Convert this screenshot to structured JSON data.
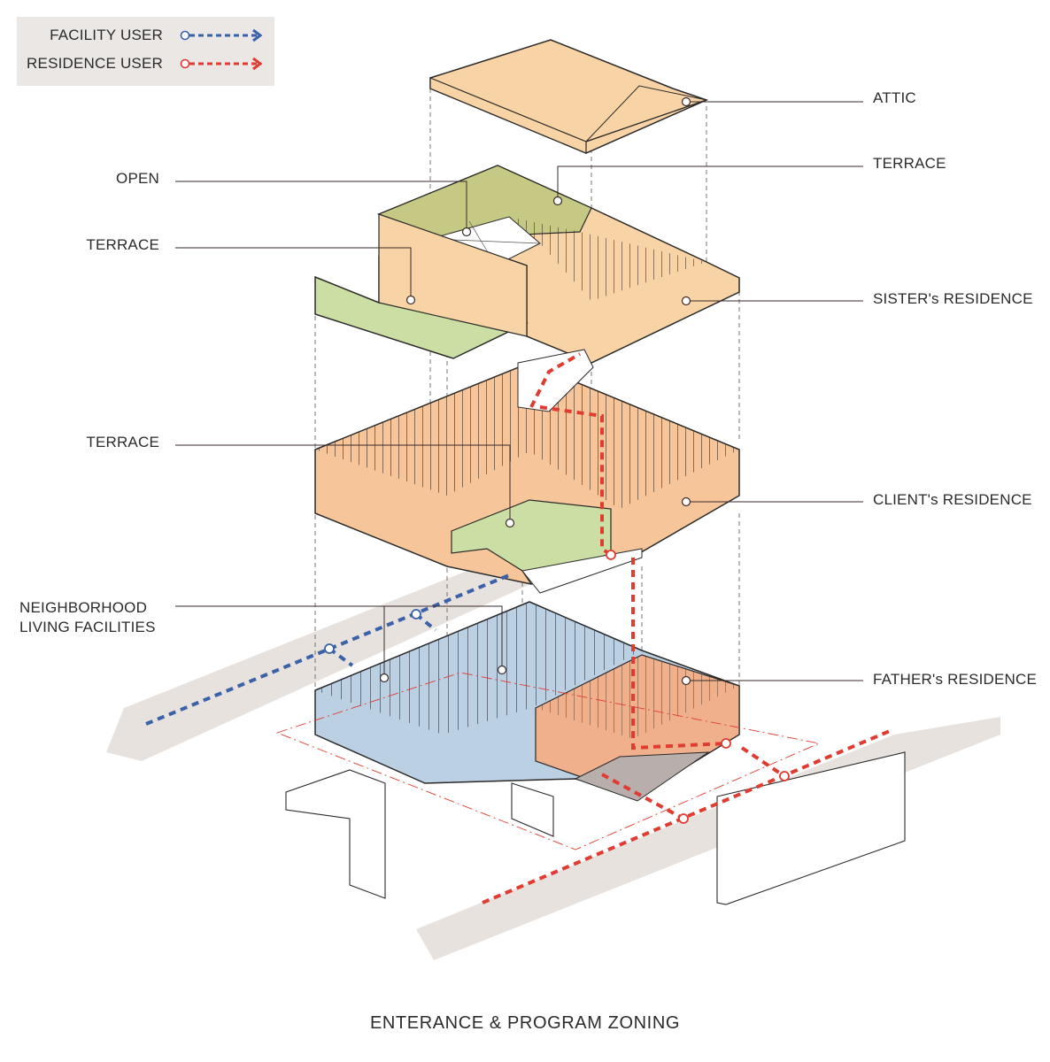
{
  "legend": {
    "items": [
      {
        "label": "FACILITY USER",
        "color": "#3a62a8",
        "line_style": "dashed-arrow",
        "marker": "circle"
      },
      {
        "label": "RESIDENCE USER",
        "color": "#e03c31",
        "line_style": "dashed-arrow",
        "marker": "circle"
      }
    ]
  },
  "labels": {
    "attic": "ATTIC",
    "terrace_top": "TERRACE",
    "open": "OPEN",
    "terrace_left_upper": "TERRACE",
    "sisters_residence": "SISTER's RESIDENCE",
    "terrace_left_middle": "TERRACE",
    "clients_residence": "CLIENT's RESIDENCE",
    "neighborhood_line1": "NEIGHBORHOOD",
    "neighborhood_line2": "LIVING FACILITIES",
    "fathers_residence": "FATHER's RESIDENCE"
  },
  "caption": "ENTERANCE & PROGRAM ZONING",
  "colors": {
    "attic": "#f8d3a5",
    "sister_residence": "#f8d3a5",
    "terrace_olive": "#c6c983",
    "terrace_green": "#cbdea3",
    "client_residence": "#f6c69a",
    "facility_blue": "#bcd0e3",
    "father_residence": "#f0b08c",
    "shadow_path": "#e8e2df",
    "facility_path": "#3a62a8",
    "residence_path": "#e03c31"
  }
}
